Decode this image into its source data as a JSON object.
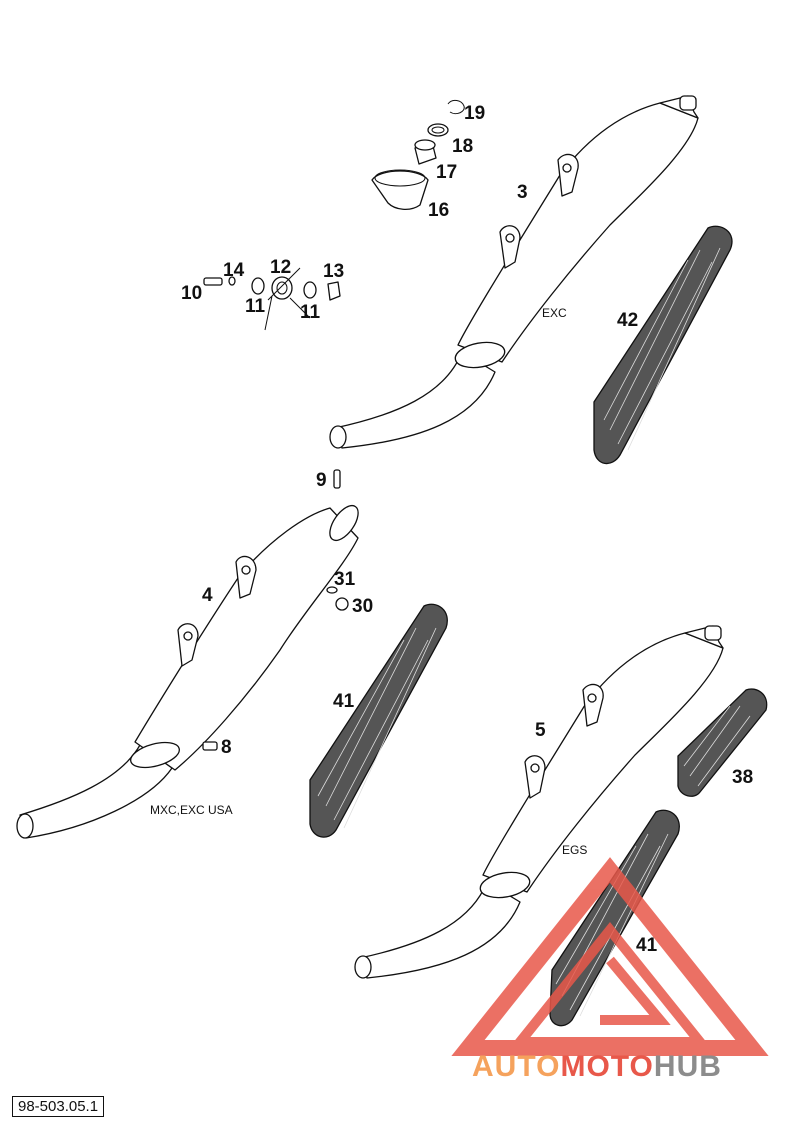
{
  "diagram": {
    "callouts": {
      "c19": "19",
      "c18": "18",
      "c17": "17",
      "c16": "16",
      "c3": "3",
      "c14": "14",
      "c12": "12",
      "c13": "13",
      "c10": "10",
      "c11a": "11",
      "c11b": "11",
      "c42": "42",
      "c9": "9",
      "c4": "4",
      "c31": "31",
      "c30": "30",
      "c41a": "41",
      "c8": "8",
      "c5": "5",
      "c38": "38",
      "c41b": "41"
    },
    "variants": {
      "exc": "EXC",
      "mxc": "MXC,EXC USA",
      "egs": "EGS"
    },
    "doc_number": "98-503.05.1"
  },
  "watermark": {
    "part1": "AUTO",
    "part2": "MOTO",
    "part3": "HUB",
    "colors": {
      "orange": "#f5a25d",
      "red": "#e8584a",
      "gray": "#8c8c8c"
    }
  }
}
